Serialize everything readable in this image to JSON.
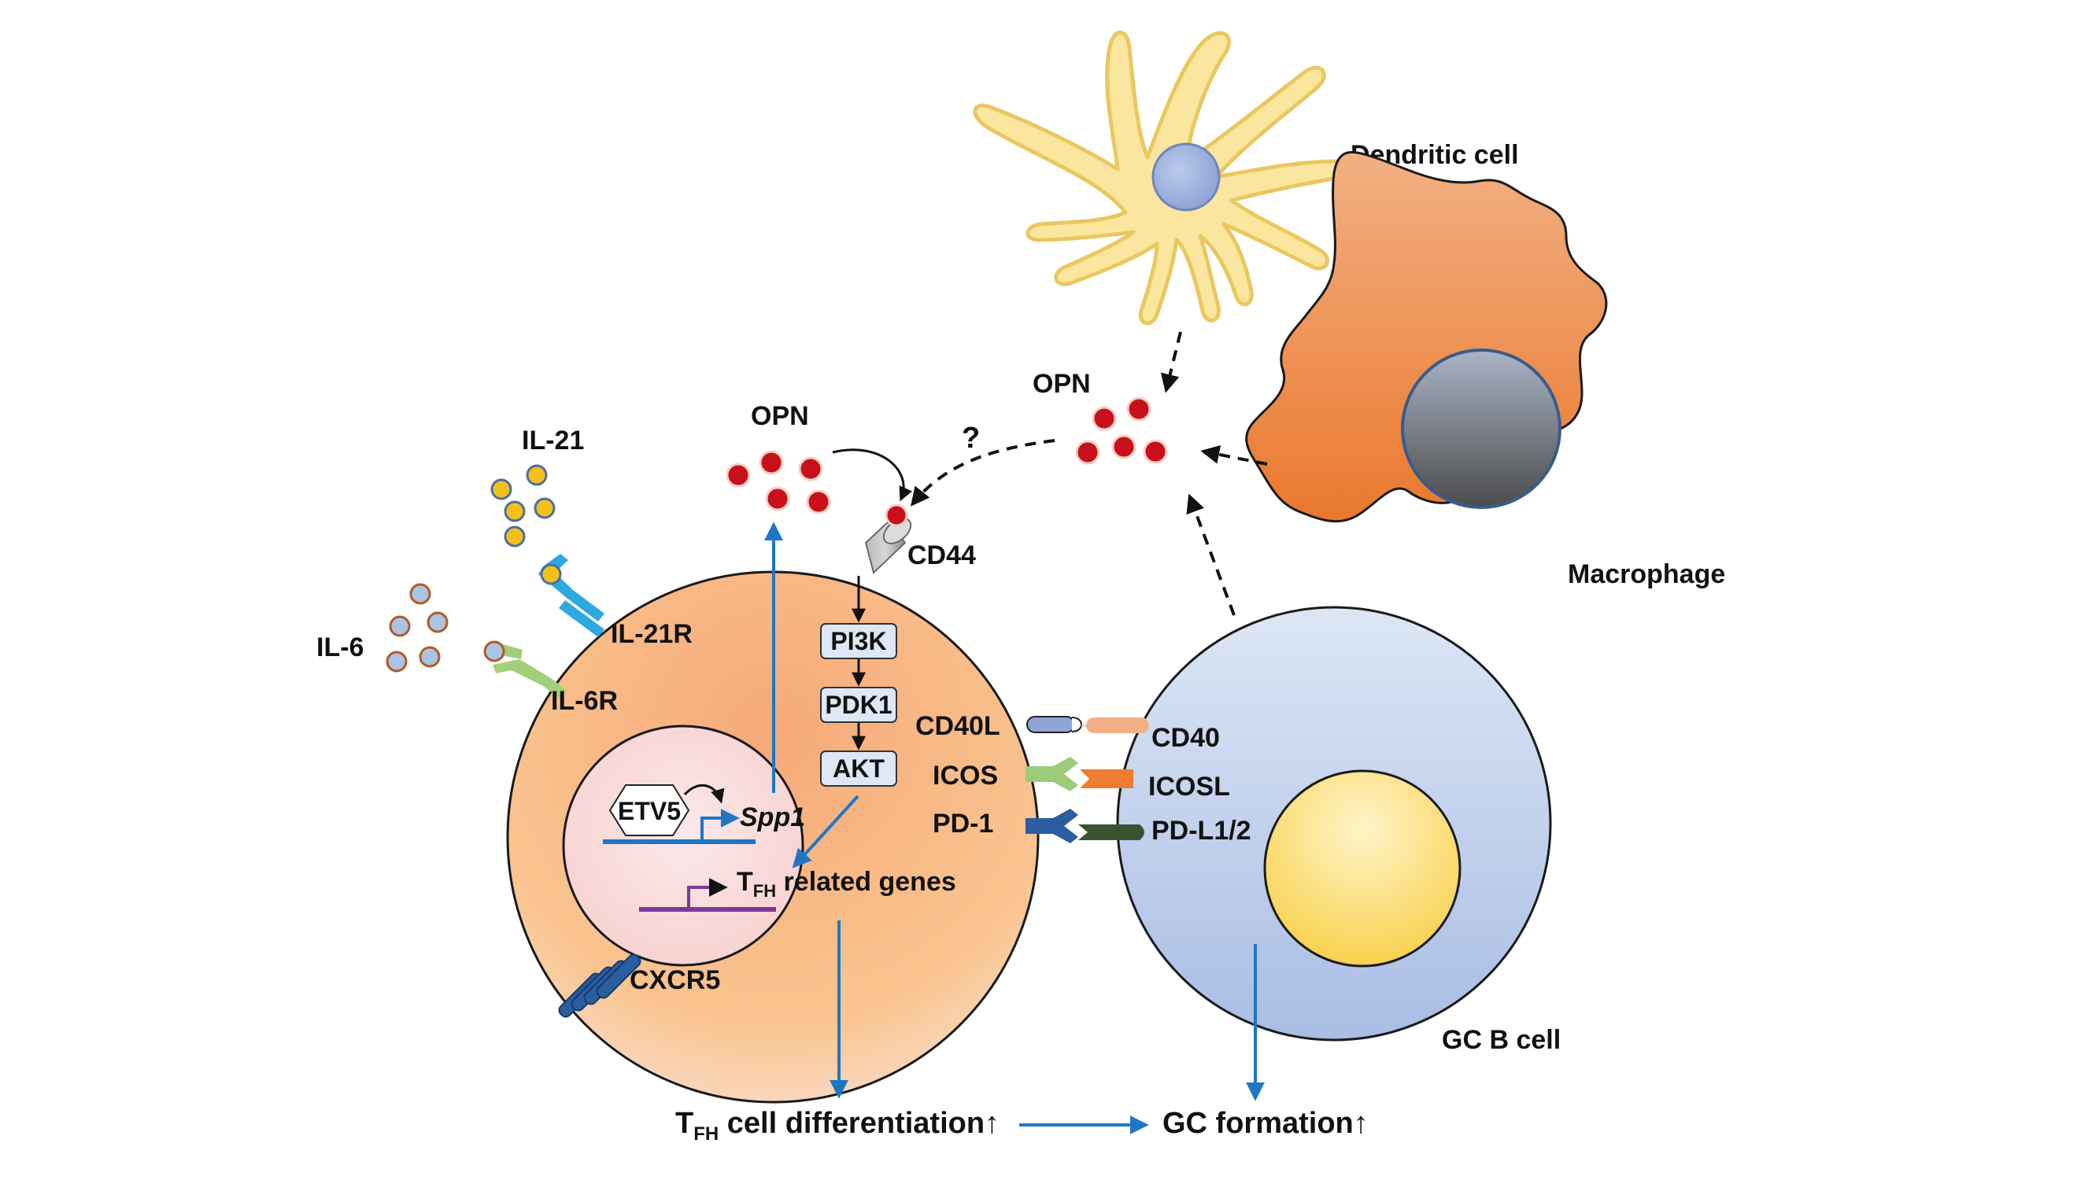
{
  "cells": {
    "dendritic": "Dendritic cell",
    "macrophage": "Macrophage",
    "gcb": "GC B cell"
  },
  "cytokines": {
    "il21": "IL-21",
    "il6": "IL-6",
    "il21r": "IL-21R",
    "il6r": "IL-6R",
    "cxcr5": "CXCR5"
  },
  "opn": {
    "left": "OPN",
    "right": "OPN",
    "unknown": "?"
  },
  "signaling": {
    "cd44": "CD44",
    "pi3k": "PI3K",
    "pdk1": "PDK1",
    "akt": "AKT"
  },
  "nucleus": {
    "etv5": "ETV5",
    "spp1": "Spp1",
    "tfh_main": "T",
    "tfh_sub": "FH",
    "related_genes": " related genes"
  },
  "ligand_pairs": {
    "cd40l": "CD40L",
    "cd40": "CD40",
    "icos": "ICOS",
    "icosl": "ICOSL",
    "pd1": "PD-1",
    "pdl12": "PD-L1/2"
  },
  "outcomes": {
    "tfh_main": "T",
    "tfh_sub": "FH",
    "tfh_rest": " cell differentiation↑",
    "gc": "GC formation↑"
  },
  "colors": {
    "tfh_cell": "#f6b07f",
    "gcb_cell": "#b5c6e6",
    "opn_dot": "#c8101a",
    "arrow_blue": "#1f77c4",
    "macrophage": "#ee8a45",
    "dendritic": "#fbe6a0"
  }
}
